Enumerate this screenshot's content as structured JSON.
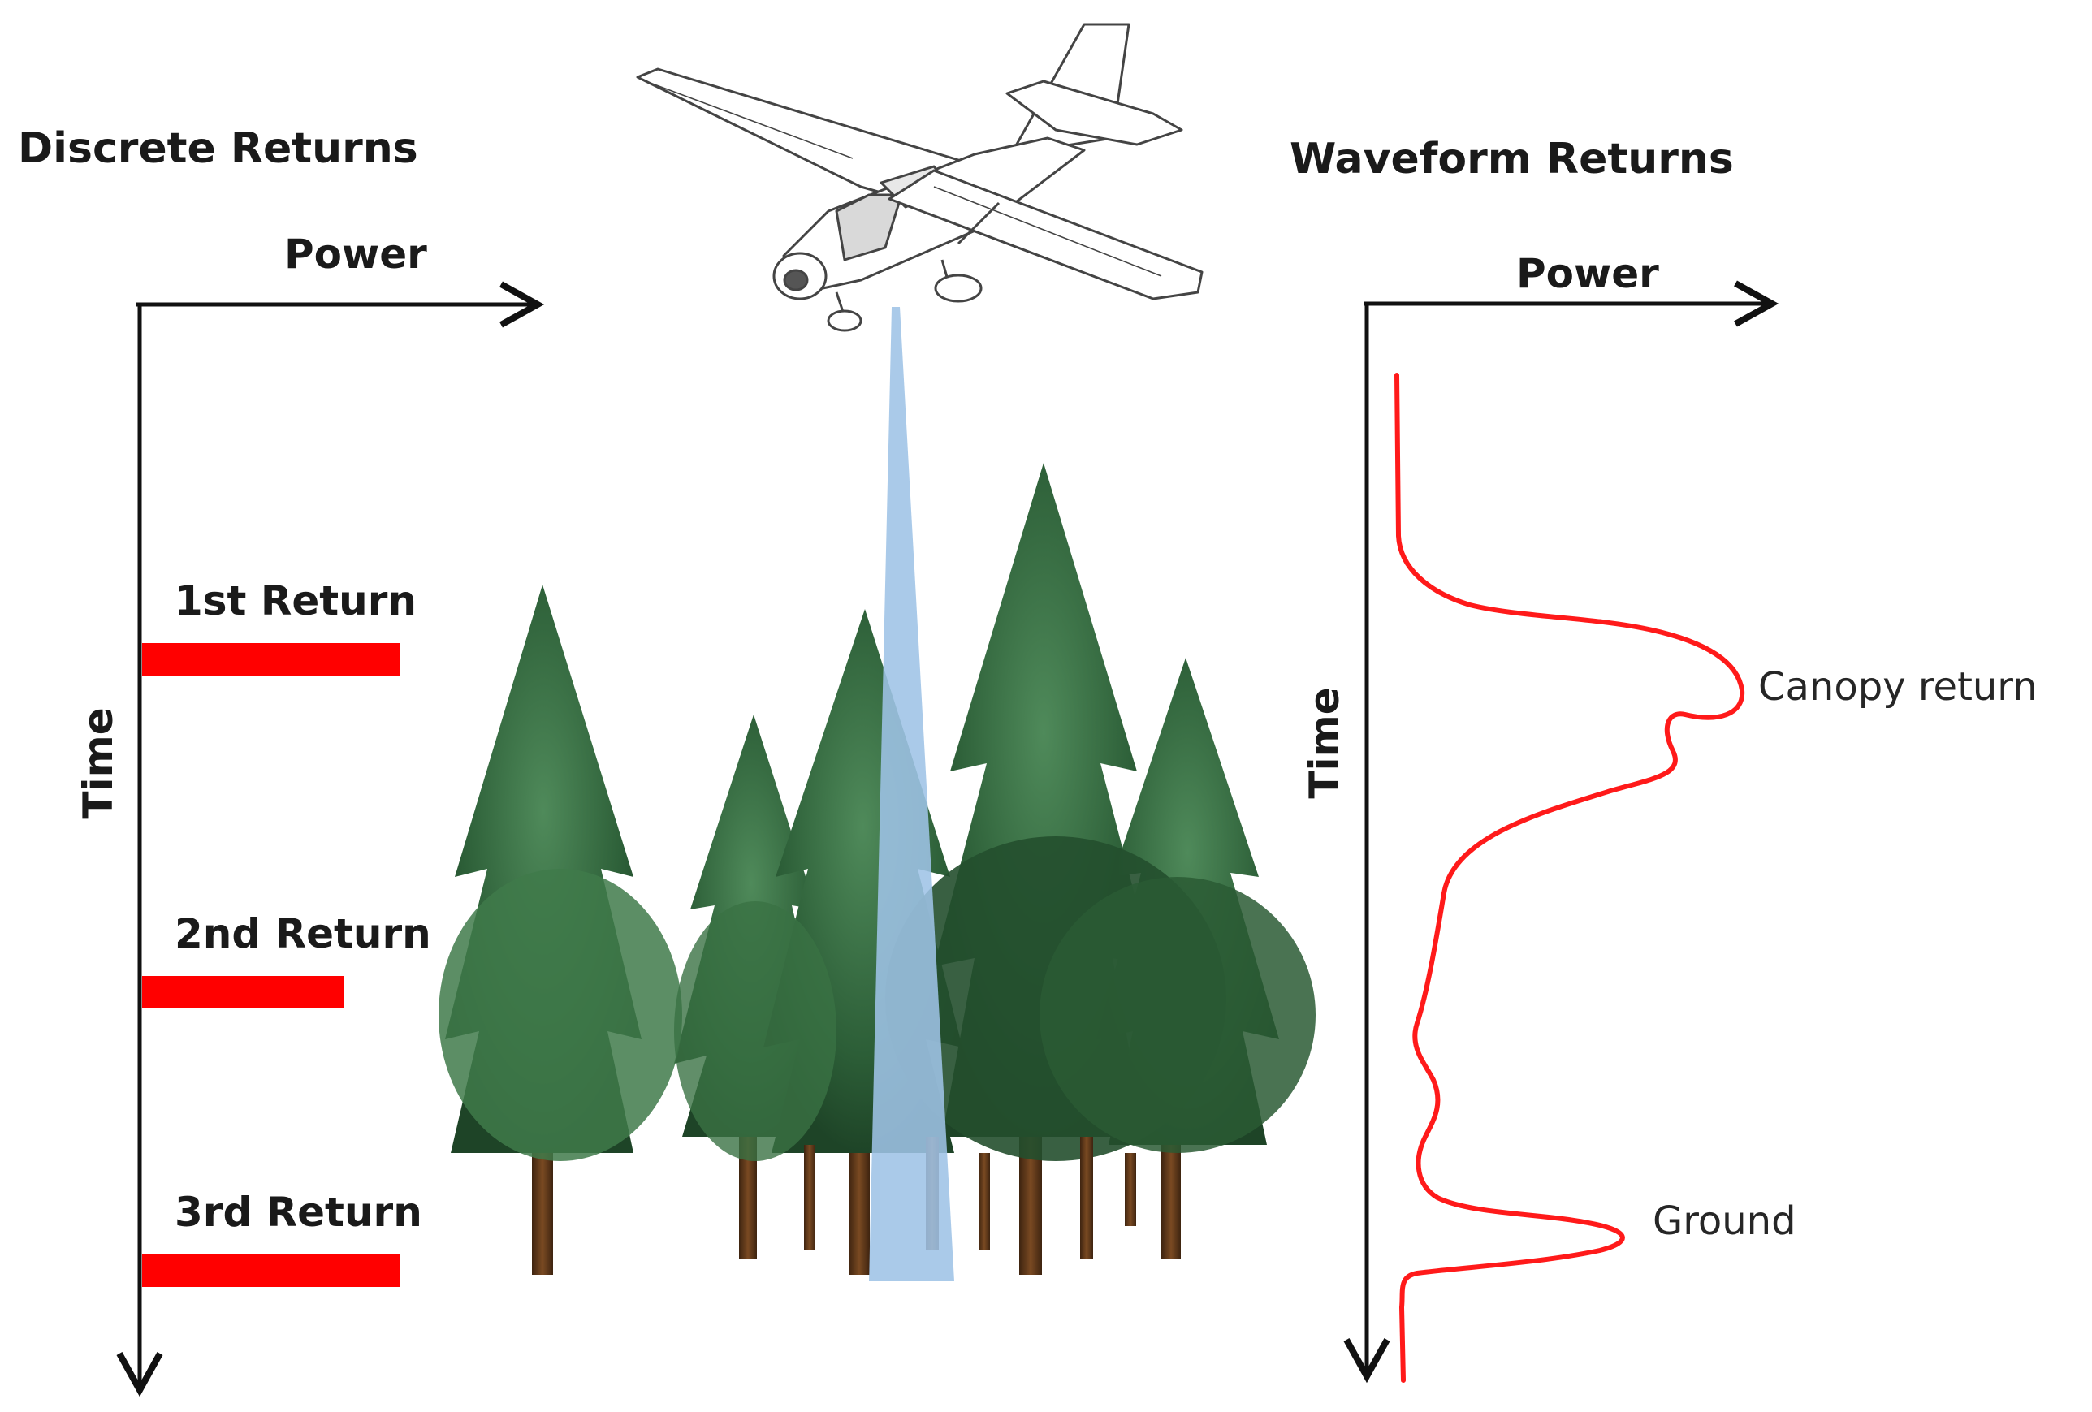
{
  "discrete": {
    "title": "Discrete Returns",
    "power_label": "Power",
    "time_label": "Time",
    "returns": [
      {
        "label": "1st Return",
        "power": 1.0
      },
      {
        "label": "2nd Return",
        "power": 0.78
      },
      {
        "label": "3rd Return",
        "power": 1.0
      }
    ]
  },
  "waveform": {
    "title": "Waveform Returns",
    "power_label": "Power",
    "time_label": "Time",
    "canopy_label": "Canopy return",
    "ground_label": "Ground"
  },
  "colors": {
    "return_bar": "#ff0000",
    "waveform_line": "#ff1a1a",
    "beam": "#9ec3e6",
    "axis": "#111111"
  },
  "icons": {
    "aircraft": "airplane-icon",
    "forest": "conifer-trees-illustration"
  }
}
